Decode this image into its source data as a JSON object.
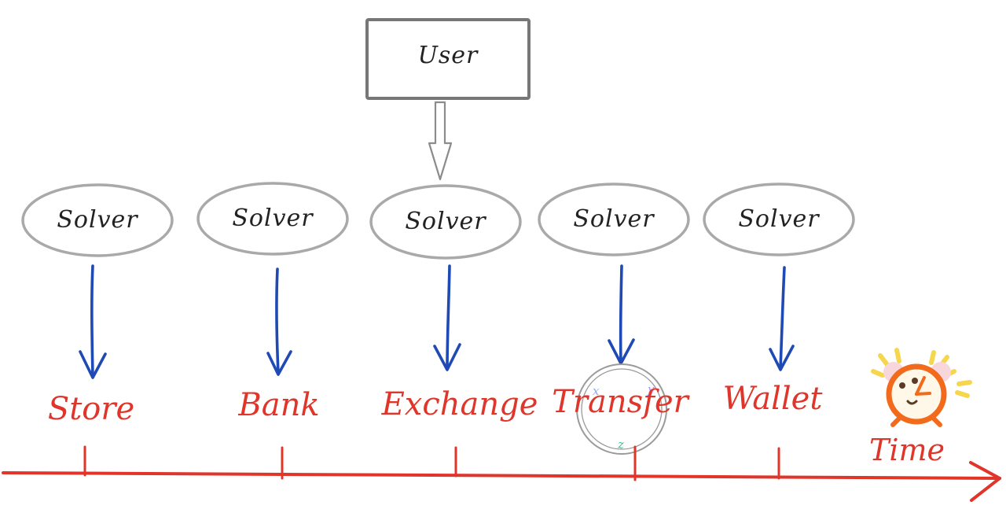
{
  "diagram": {
    "user_label": "User",
    "solver_label": "Solver",
    "events": [
      {
        "label": "Store"
      },
      {
        "label": "Bank"
      },
      {
        "label": "Exchange"
      },
      {
        "label": "Transfer"
      },
      {
        "label": "Wallet"
      }
    ],
    "axis_label": "Time",
    "gizmo_labels": {
      "x": "x",
      "y": "y",
      "z": "z"
    }
  },
  "colors": {
    "outline_gray": "#8c8c8c",
    "solver_stroke": "#a9a9a9",
    "user_box_stroke": "#777777",
    "arrow_blue": "#1f49b5",
    "timeline_red": "#e0352a",
    "gizmo_x": "#8fa6ff",
    "gizmo_y": "#b48bff",
    "gizmo_z": "#3bbf9a",
    "clock_orange": "#f26a1b",
    "clock_face": "#fff7e8"
  },
  "icons": {
    "alarm_clock": "alarm-clock-icon",
    "gizmo": "axis-gizmo-icon"
  }
}
